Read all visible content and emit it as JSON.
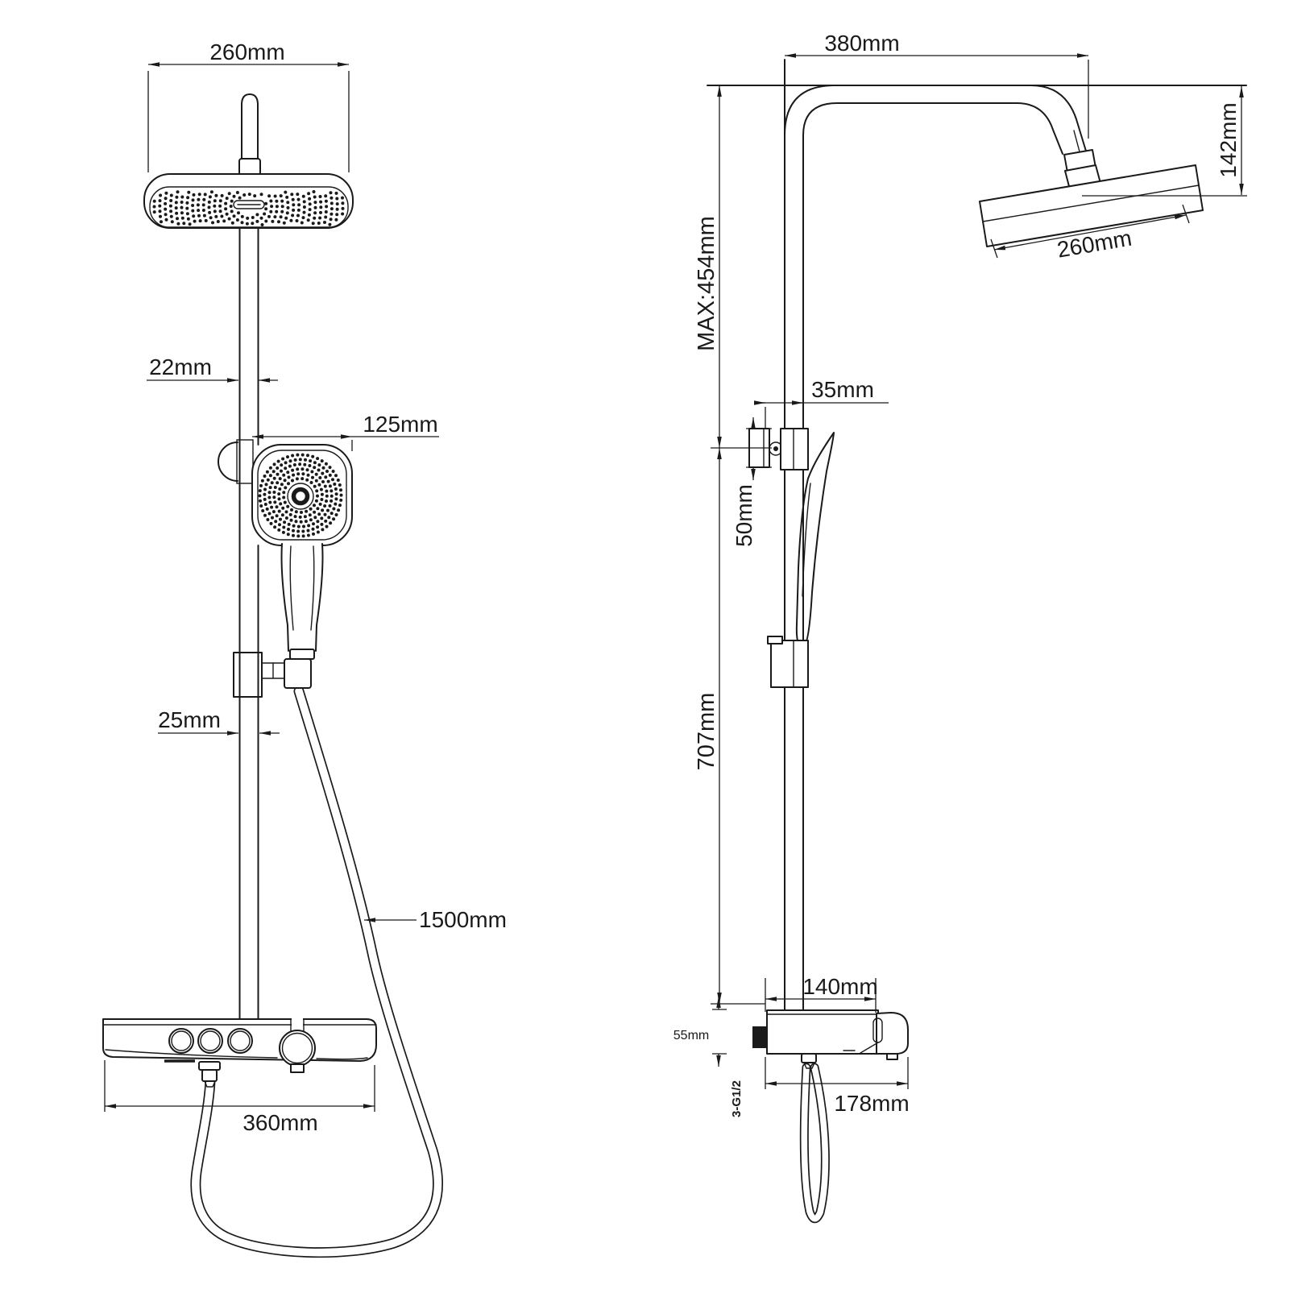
{
  "drawing": {
    "background": "#ffffff",
    "line_color": "#1a1a1a",
    "front_view": {
      "head_width": "260mm",
      "upper_pipe_diameter": "22mm",
      "hand_shower_width": "125mm",
      "lower_pipe_diameter": "25mm",
      "hose_length": "1500mm",
      "shelf_width": "360mm"
    },
    "side_view": {
      "arm_reach": "380mm",
      "head_depth": "142mm",
      "head_length": "260mm",
      "max_upper_height": "MAX:454mm",
      "bracket_offset": "35mm",
      "bracket_height": "50mm",
      "lower_column_height": "707mm",
      "shelf_top_depth": "140mm",
      "shelf_thickness": "55mm",
      "inlet_spec": "3-G1/2",
      "shelf_bottom_depth": "178mm"
    }
  }
}
